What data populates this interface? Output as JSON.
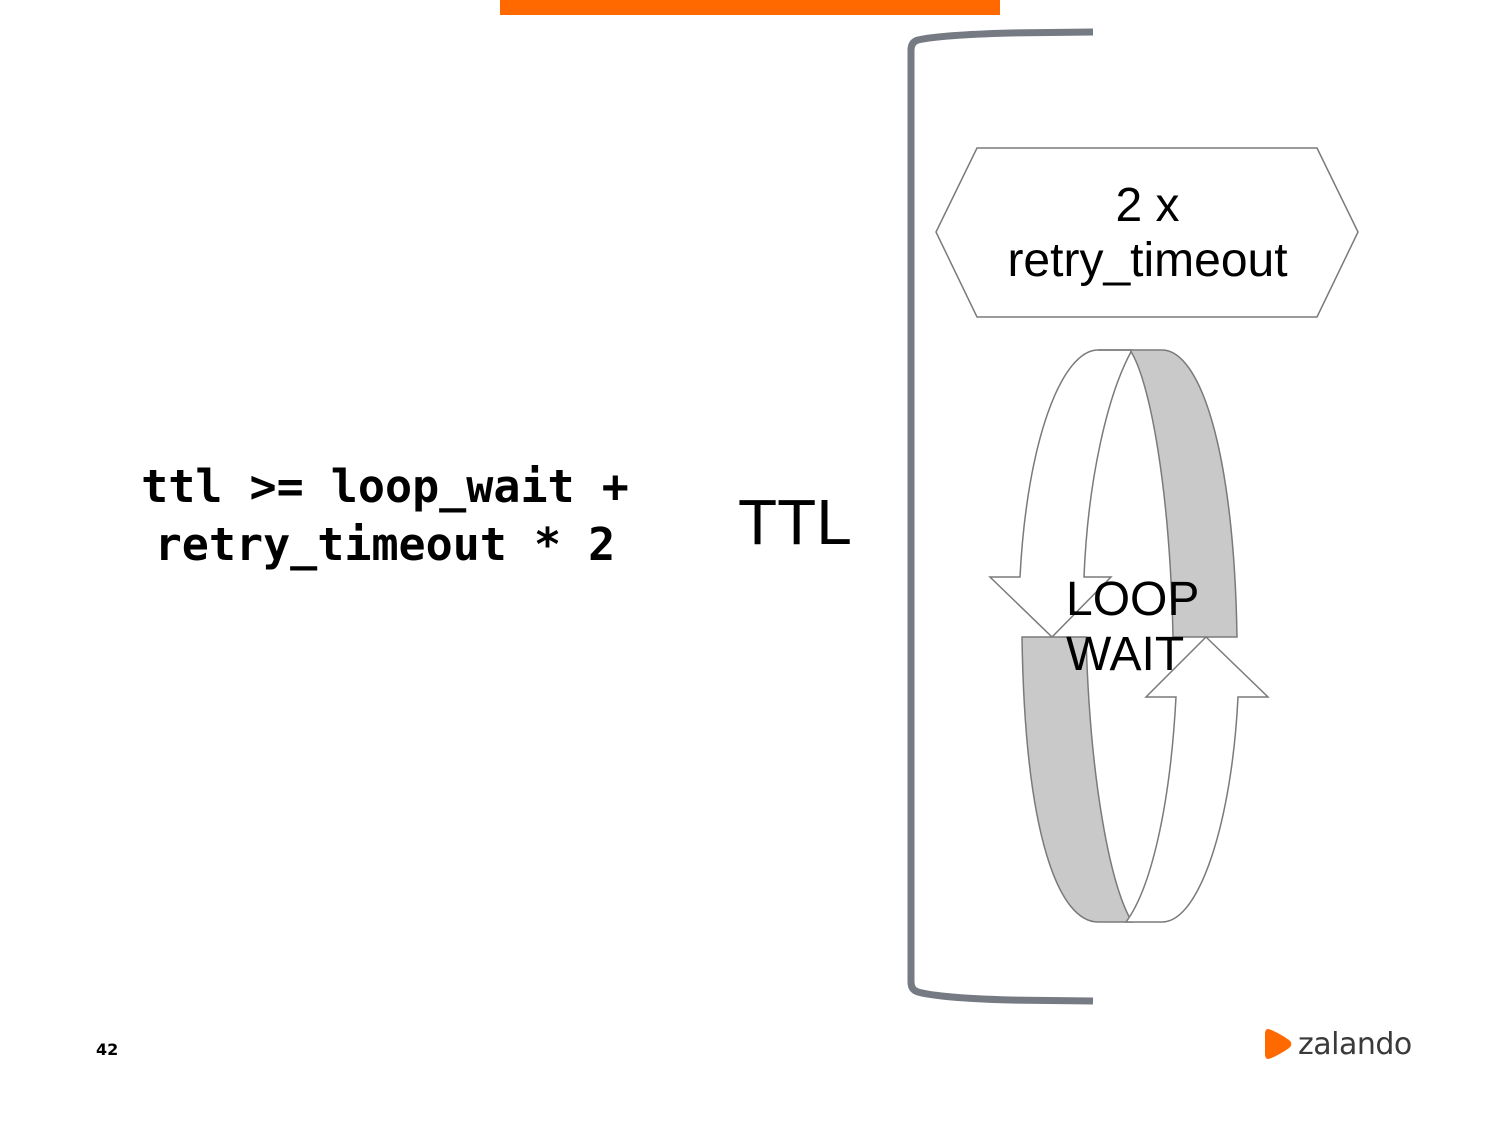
{
  "slide": {
    "accent_color": "#ff6900",
    "formula": {
      "line1": "ttl >= loop_wait +",
      "line2": "retry_timeout * 2"
    },
    "bracket_label": "TTL",
    "hexagon": {
      "line1": "2 x",
      "line2": "retry_timeout"
    },
    "loop": {
      "line1": "LOOP",
      "line2": "WAIT"
    },
    "page_number": "42",
    "brand": {
      "name": "zalando",
      "color": "#ff6900",
      "logo_icon": "zalando-flag-icon"
    },
    "colors": {
      "bracket": "#757a83",
      "arrow_fill_gray": "#c9c9c9",
      "outline": "#7a7a7a"
    }
  }
}
